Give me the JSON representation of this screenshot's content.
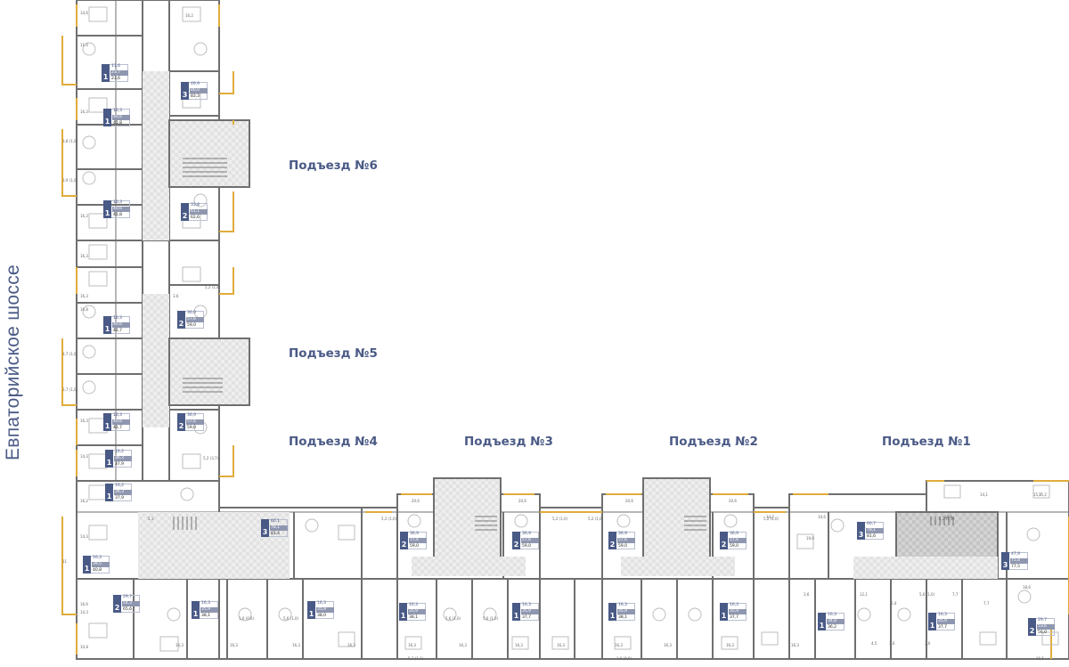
{
  "colors": {
    "accent": "#4a5a86",
    "wall": "#6f6f6f",
    "balcony": "#e0ac3a",
    "stair_fill": "#e6e6e6",
    "furniture": "#c9c9c9",
    "badge_mid": "#8f97b0"
  },
  "street_label": "Евпаторийское шоссе",
  "entrances": [
    {
      "label": "Подъезд №6"
    },
    {
      "label": "Подъезд №5"
    },
    {
      "label": "Подъезд №4"
    },
    {
      "label": "Подъезд №3"
    },
    {
      "label": "Подъезд №2"
    },
    {
      "label": "Подъезд №1"
    }
  ],
  "apartments": [
    {
      "rooms": "1",
      "living": "11,6",
      "kitchen": "23,7",
      "total": "23,6"
    },
    {
      "rooms": "3",
      "living": "49,9",
      "kitchen": "80,0",
      "total": "83,3"
    },
    {
      "rooms": "1",
      "living": "16,3",
      "kitchen": "40,6",
      "total": "41,8"
    },
    {
      "rooms": "1",
      "living": "16,3",
      "kitchen": "40,6",
      "total": "41,8"
    },
    {
      "rooms": "2",
      "living": "33,8",
      "kitchen": "61,1",
      "total": "62,6"
    },
    {
      "rooms": "2",
      "living": "36,9",
      "kitchen": "57,6",
      "total": "59,0"
    },
    {
      "rooms": "1",
      "living": "16,3",
      "kitchen": "40,6",
      "total": "41,7"
    },
    {
      "rooms": "1",
      "living": "16,3",
      "kitchen": "40,6",
      "total": "41,7"
    },
    {
      "rooms": "2",
      "living": "36,9",
      "kitchen": "57,6",
      "total": "59,0"
    },
    {
      "rooms": "1",
      "living": "16,2",
      "kitchen": "36,3",
      "total": "37,9"
    },
    {
      "rooms": "1",
      "living": "16,2",
      "kitchen": "36,3",
      "total": "37,9"
    },
    {
      "rooms": "3",
      "living": "60,1",
      "kitchen": "78,1",
      "total": "81,4"
    },
    {
      "rooms": "1",
      "living": "16,3",
      "kitchen": "39,5",
      "total": "40,8"
    },
    {
      "rooms": "2",
      "living": "29,7",
      "kitchen": "54,3",
      "total": "65,6"
    },
    {
      "rooms": "1",
      "living": "16,3",
      "kitchen": "35,9",
      "total": "38,1"
    },
    {
      "rooms": "1",
      "living": "16,3",
      "kitchen": "35,9",
      "total": "38,0"
    },
    {
      "rooms": "2",
      "living": "36,9",
      "kitchen": "57,6",
      "total": "59,0"
    },
    {
      "rooms": "2",
      "living": "36,9",
      "kitchen": "57,6",
      "total": "59,0"
    },
    {
      "rooms": "1",
      "living": "16,3",
      "kitchen": "35,9",
      "total": "38,1"
    },
    {
      "rooms": "1",
      "living": "16,3",
      "kitchen": "35,9",
      "total": "37,7"
    },
    {
      "rooms": "2",
      "living": "36,9",
      "kitchen": "57,6",
      "total": "59,0"
    },
    {
      "rooms": "2",
      "living": "36,9",
      "kitchen": "57,6",
      "total": "59,0"
    },
    {
      "rooms": "1",
      "living": "16,3",
      "kitchen": "35,9",
      "total": "38,1"
    },
    {
      "rooms": "1",
      "living": "16,3",
      "kitchen": "35,9",
      "total": "37,7"
    },
    {
      "rooms": "3",
      "living": "60,7",
      "kitchen": "78,1",
      "total": "81,6"
    },
    {
      "rooms": "3",
      "living": "47,9",
      "kitchen": "75,8",
      "total": "77,5"
    },
    {
      "rooms": "1",
      "living": "16,3",
      "kitchen": "34,8",
      "total": "36,2"
    },
    {
      "rooms": "1",
      "living": "16,3",
      "kitchen": "35,9",
      "total": "37,7"
    },
    {
      "rooms": "2",
      "living": "29,7",
      "kitchen": "53,6",
      "total": "56,0"
    }
  ],
  "room_areas": [
    "14,6",
    "16,2",
    "11,0",
    "16,3",
    "3,8 (1,0)",
    "3,9 (1,0)",
    "16,3",
    "16,3",
    "10,8",
    "16,3",
    "3,7 (1,0)",
    "3,7 (1,0)",
    "16,3",
    "14,3",
    "16,2",
    "14,3",
    "11",
    "16,6",
    "14,3",
    "10,8",
    "20,6",
    "20,6",
    "20,6",
    "20,6",
    "10,6",
    "19,6",
    "14,1",
    "15,2",
    "16,5",
    "15,2",
    "18,6",
    "10,6",
    "14,2",
    "16,3",
    "16,3",
    "16,3",
    "16,3",
    "16,3",
    "16,3",
    "16,3",
    "16,3",
    "16,3",
    "16,3",
    "16,3",
    "16,3",
    "5,1",
    "5,2 (1,0)",
    "5,2 (1,0)",
    "5,2 (1,0)",
    "5,2 (1,0)",
    "5,2 (1,0)",
    "5,2 (1,4)",
    "5,2 (3,7)",
    "5,2 (1,3)",
    "1,6 (0,6)",
    "1,6 (0,6)",
    "5,6 (1,0)",
    "5,6 (1,0)",
    "5,6 (1,0)",
    "5,6 (1,0)",
    "7,7",
    "7,7",
    "6,4",
    "12,1",
    "4,5",
    "3,6",
    "3,6",
    "3,6",
    "3,6",
    "9,7"
  ]
}
